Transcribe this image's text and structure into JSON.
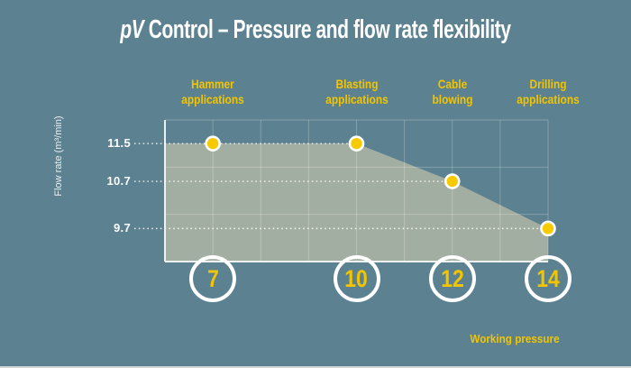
{
  "header": {
    "title_italic": "pV",
    "title_rest": " Control – Pressure and flow rate flexibility"
  },
  "colors": {
    "background": "#5c8190",
    "area_fill": "#a9b2a4",
    "accent_yellow": "#f2c500",
    "text_white": "#ffffff",
    "point_fill": "#f7ca00"
  },
  "chart_data": {
    "type": "area",
    "title": "pV Control – Pressure and flow rate flexibility",
    "xlabel": "Working pressure",
    "ylabel": "Flow rate (m³/min)",
    "xlim": [
      6,
      14
    ],
    "ylim": [
      9,
      12
    ],
    "grid": "on",
    "x_grid_step": 1,
    "y_grid_step": 1,
    "x": [
      7,
      10,
      12,
      14
    ],
    "y": [
      11.5,
      11.5,
      10.7,
      9.7
    ],
    "area_left_edge_x": 6,
    "area_baseline": 9,
    "legend": "none",
    "points": [
      {
        "pressure": 7,
        "flow": 11.5,
        "pressure_label": "7",
        "application": "Hammer\napplications"
      },
      {
        "pressure": 10,
        "flow": 11.5,
        "pressure_label": "10",
        "application": "Blasting\napplications"
      },
      {
        "pressure": 12,
        "flow": 10.7,
        "pressure_label": "12",
        "application": "Cable\nblowing"
      },
      {
        "pressure": 14,
        "flow": 9.7,
        "pressure_label": "14",
        "application": "Drilling\napplications"
      }
    ],
    "y_tick_labels": [
      {
        "value": 11.5,
        "label": "11.5"
      },
      {
        "value": 10.7,
        "label": "10.7"
      },
      {
        "value": 9.7,
        "label": "9.7"
      }
    ],
    "dashed_guides": [
      {
        "flow": 11.5,
        "to_pressure": 10
      },
      {
        "flow": 10.7,
        "to_pressure": 12
      },
      {
        "flow": 9.7,
        "to_pressure": 14
      }
    ]
  }
}
